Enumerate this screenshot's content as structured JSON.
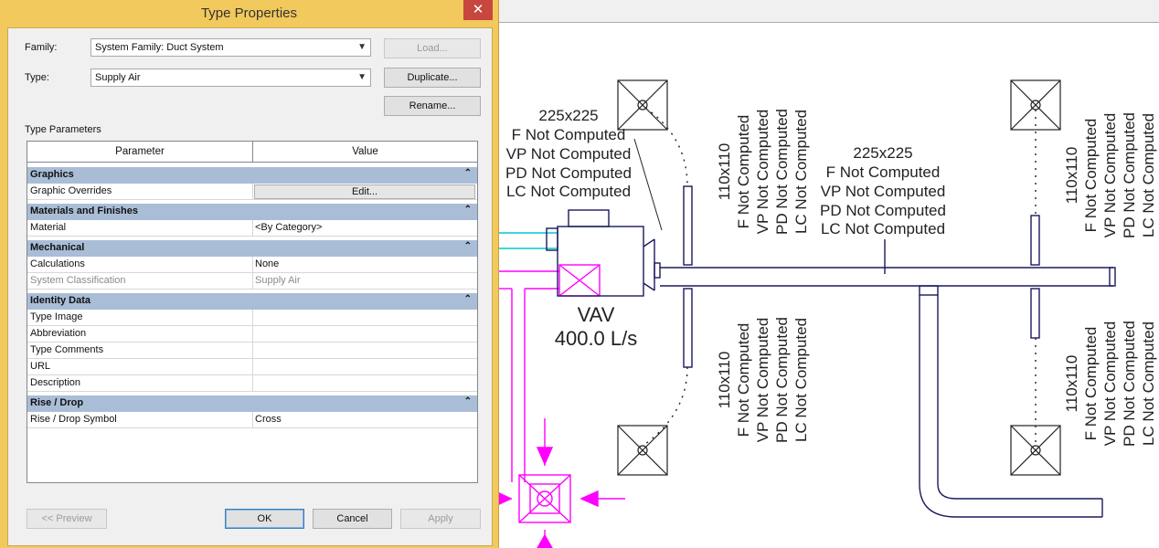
{
  "dialog": {
    "title": "Type Properties",
    "close_glyph": "✕",
    "family_label": "Family:",
    "family_value": "System Family: Duct System",
    "type_label": "Type:",
    "type_value": "Supply Air",
    "load_label": "Load...",
    "duplicate_label": "Duplicate...",
    "rename_label": "Rename...",
    "type_params_label": "Type Parameters",
    "col_parameter": "Parameter",
    "col_value": "Value",
    "groups": {
      "graphics": "Graphics",
      "materials": "Materials and Finishes",
      "mechanical": "Mechanical",
      "identity": "Identity Data",
      "rise": "Rise / Drop"
    },
    "params": {
      "graphic_overrides": "Graphic Overrides",
      "edit_label": "Edit...",
      "material": "Material",
      "material_value": "<By Category>",
      "calculations": "Calculations",
      "calculations_value": "None",
      "system_classification": "System Classification",
      "system_classification_value": "Supply Air",
      "type_image": "Type Image",
      "abbreviation": "Abbreviation",
      "type_comments": "Type Comments",
      "url": "URL",
      "description": "Description",
      "rise_drop_symbol": "Rise / Drop Symbol",
      "rise_drop_symbol_value": "Cross"
    },
    "preview_label": "<< Preview",
    "ok_label": "OK",
    "cancel_label": "Cancel",
    "apply_label": "Apply"
  },
  "drawing": {
    "vav_label": "VAV",
    "vav_flow": "400.0 L/s",
    "main_duct": {
      "size": "225x225",
      "f": "F Not Computed",
      "vp": "VP Not Computed",
      "pd": "PD Not Computed",
      "lc": "LC Not Computed"
    },
    "branch_duct": {
      "size": "110x110",
      "f": "F Not Computed",
      "vp": "VP Not Computed",
      "pd": "PD Not Computed",
      "lc": "LC Not Computed"
    }
  },
  "colors": {
    "title_bar": "#f2c95c",
    "category_row": "#a9bdd7",
    "close_button": "#c7463d",
    "supply_magenta": "#ff00ff",
    "duct_cyan": "#00c8d0",
    "duct_navy": "#1a1a5e"
  }
}
